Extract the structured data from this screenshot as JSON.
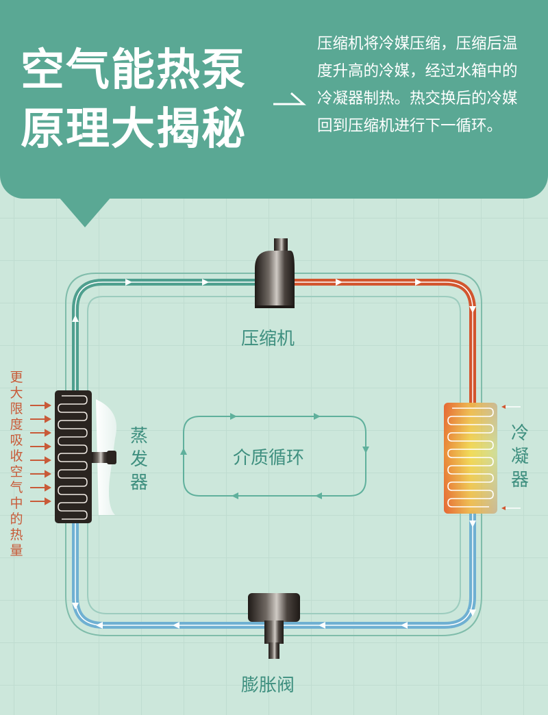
{
  "header": {
    "title_line1": "空气能热泵",
    "title_line2": "原理大揭秘",
    "description": "压缩机将冷媒压缩，压缩后温度升高的冷媒，经过水箱中的冷凝器制热。热交换后的冷媒回到压缩机进行下一循环。"
  },
  "components": {
    "compressor": "压缩机",
    "condenser": "冷凝器",
    "evaporator": "蒸发器",
    "expansion_valve": "膨胀阀",
    "center_cycle": "介质循环"
  },
  "heat_note": "更大限度吸收空气中的热量",
  "colors": {
    "header_bg": "#5aa894",
    "hot_pipe": "#d2552e",
    "warm_pipe": "#4e9f8e",
    "cold_pipe": "#6fb0d2",
    "label_text": "#3e8f7f",
    "heat_text": "#c85a38",
    "device_dark": "#2a2420"
  }
}
